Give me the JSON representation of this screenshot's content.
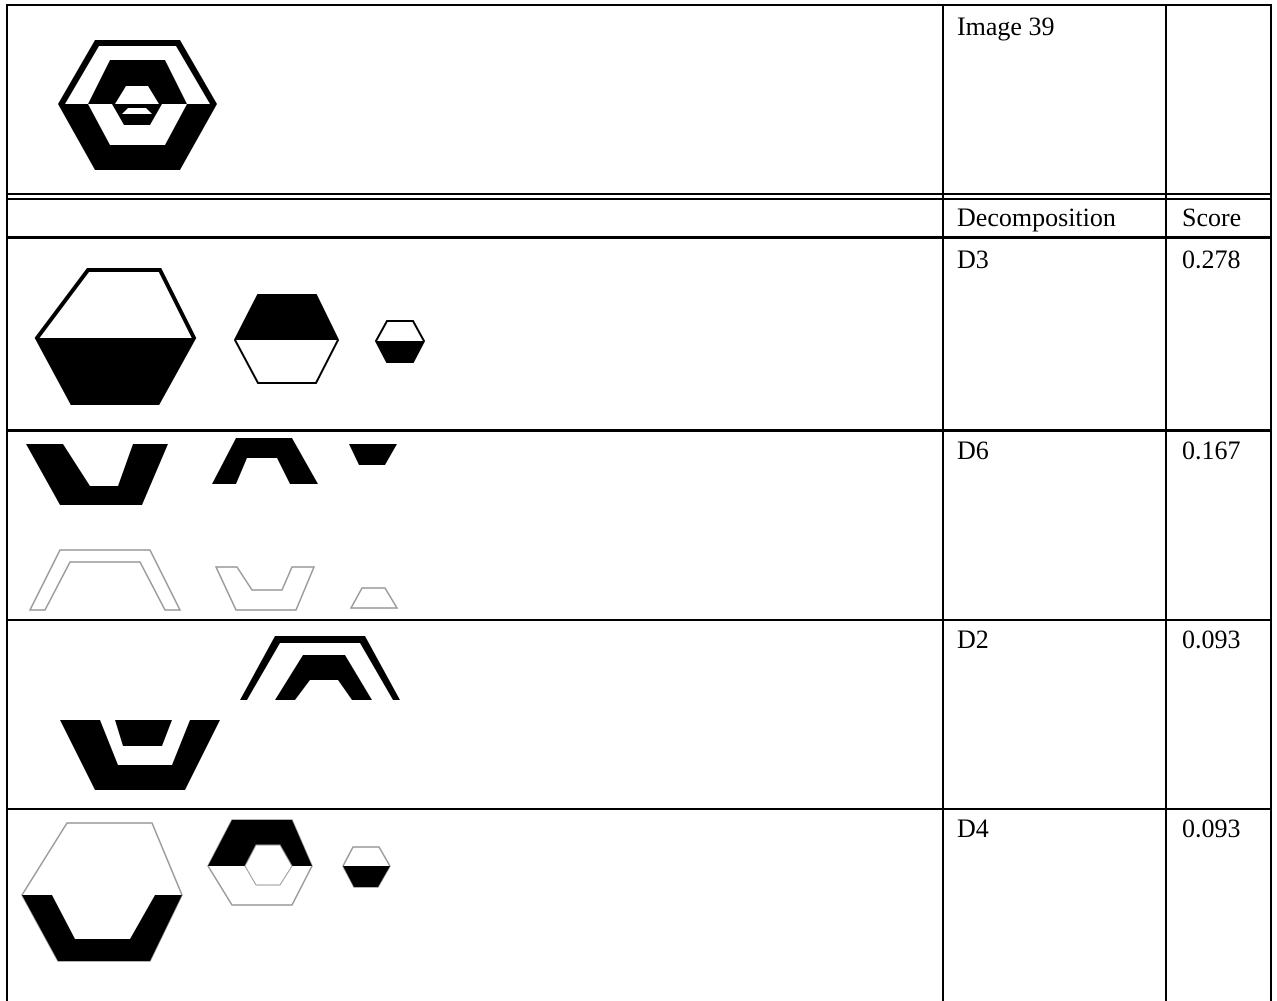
{
  "header": {
    "image_label": "Image 39",
    "col_decomposition": "Decomposition",
    "col_score": "Score"
  },
  "rows": [
    {
      "decomposition": "D3",
      "score": "0.278"
    },
    {
      "decomposition": "D6",
      "score": "0.167"
    },
    {
      "decomposition": "D2",
      "score": "0.093"
    },
    {
      "decomposition": "D4",
      "score": "0.093"
    }
  ]
}
